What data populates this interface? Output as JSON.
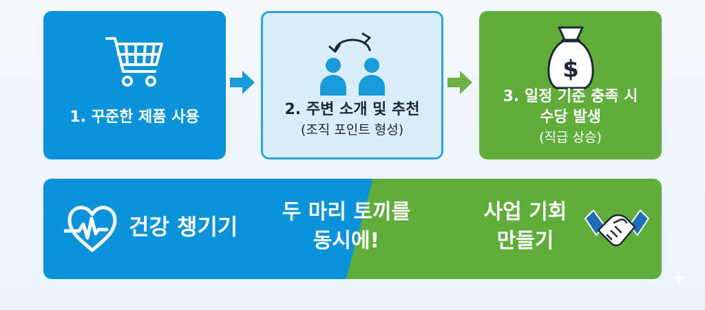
{
  "steps": [
    {
      "icon": "shopping-cart-icon",
      "label": "1. 꾸준한 제품 사용",
      "sub": ""
    },
    {
      "icon": "people-referral-icon",
      "label": "2. 주변 소개 및 추천",
      "sub": "(조직 포인트 형성)"
    },
    {
      "icon": "money-bag-icon",
      "label_line1": "3. 일정 기준 충족 시",
      "label_line2": "수당 발생",
      "sub": "(직급 상승)"
    }
  ],
  "banner": {
    "health": "건강 챙기기",
    "center_line1": "두 마리 토끼를",
    "center_line2": "동시에!",
    "biz_line1": "사업 기회",
    "biz_line2": "만들기"
  },
  "colors": {
    "blue": "#0a93d9",
    "light_blue": "#d9eef9",
    "green": "#61ad3c"
  }
}
